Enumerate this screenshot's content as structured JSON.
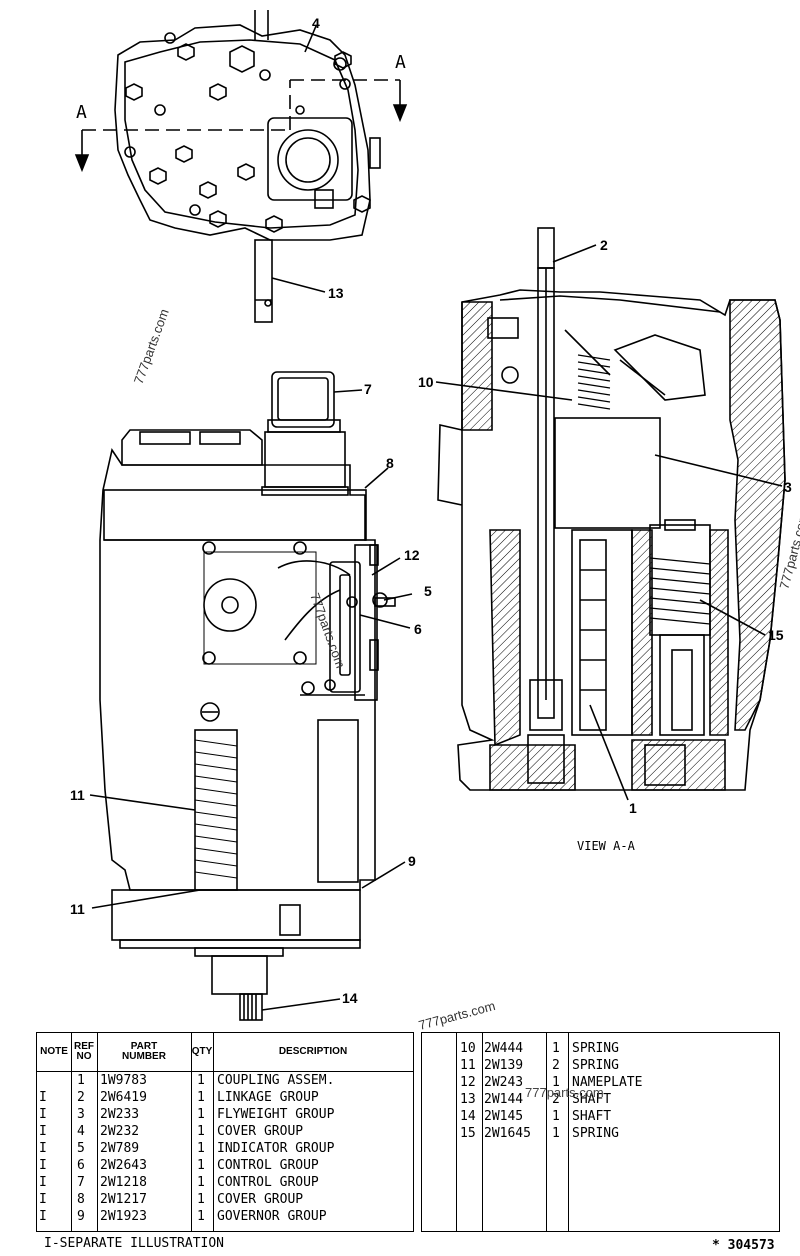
{
  "diagram": {
    "view_label": "VIEW A-A",
    "section_marker": "A",
    "callouts": [
      "1",
      "2",
      "3",
      "4",
      "5",
      "6",
      "7",
      "8",
      "9",
      "10",
      "11",
      "11",
      "12",
      "13",
      "14",
      "15"
    ],
    "watermark": "777parts.com"
  },
  "table": {
    "headers": {
      "note": "NOTE",
      "ref_no_line1": "REF",
      "ref_no_line2": "NO",
      "part_line1": "PART",
      "part_line2": "NUMBER",
      "qty": "QTY",
      "description": "DESCRIPTION"
    },
    "left_rows": [
      {
        "note": "",
        "ref": "1",
        "part": "1W9783",
        "qty": "1",
        "desc": "COUPLING  ASSEM."
      },
      {
        "note": "I",
        "ref": "2",
        "part": "2W6419",
        "qty": "1",
        "desc": "LINKAGE  GROUP"
      },
      {
        "note": "I",
        "ref": "3",
        "part": "2W233",
        "qty": "1",
        "desc": "FLYWEIGHT  GROUP"
      },
      {
        "note": "I",
        "ref": "4",
        "part": "2W232",
        "qty": "1",
        "desc": "COVER  GROUP"
      },
      {
        "note": "I",
        "ref": "5",
        "part": "2W789",
        "qty": "1",
        "desc": "INDICATOR  GROUP"
      },
      {
        "note": "I",
        "ref": "6",
        "part": "2W2643",
        "qty": "1",
        "desc": "CONTROL  GROUP"
      },
      {
        "note": "I",
        "ref": "7",
        "part": "2W1218",
        "qty": "1",
        "desc": "CONTROL  GROUP"
      },
      {
        "note": "I",
        "ref": "8",
        "part": "2W1217",
        "qty": "1",
        "desc": "COVER  GROUP"
      },
      {
        "note": "I",
        "ref": "9",
        "part": "2W1923",
        "qty": "1",
        "desc": "GOVERNOR  GROUP"
      }
    ],
    "right_rows": [
      {
        "ref": "10",
        "part": "2W444",
        "qty": "1",
        "desc": "SPRING"
      },
      {
        "ref": "11",
        "part": "2W139",
        "qty": "2",
        "desc": "SPRING"
      },
      {
        "ref": "12",
        "part": "2W243",
        "qty": "1",
        "desc": "NAMEPLATE"
      },
      {
        "ref": "13",
        "part": "2W144",
        "qty": "2",
        "desc": "SHAFT"
      },
      {
        "ref": "14",
        "part": "2W145",
        "qty": "1",
        "desc": "SHAFT"
      },
      {
        "ref": "15",
        "part": "2W1645",
        "qty": "1",
        "desc": "SPRING"
      }
    ],
    "table_watermark": "777parts.com"
  },
  "footer": {
    "note_legend": "I-SEPARATE  ILLUSTRATION",
    "drawing_number": "* 304573"
  }
}
